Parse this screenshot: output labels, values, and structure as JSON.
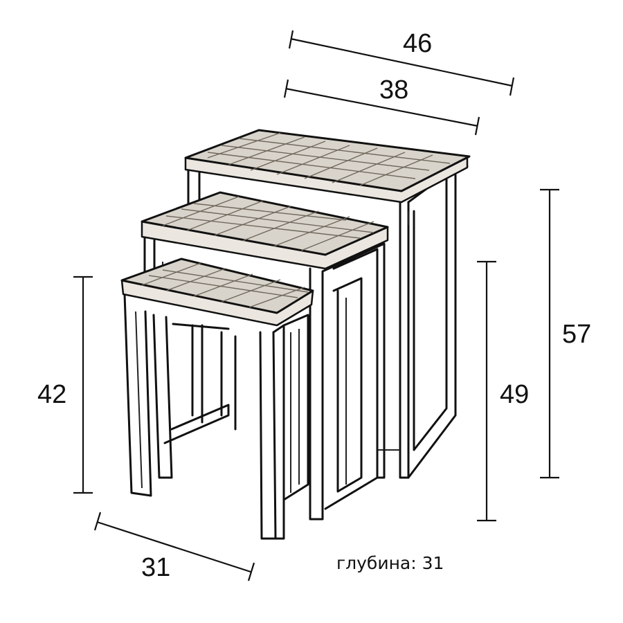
{
  "dimensions": {
    "width_large": "46",
    "width_medium": "38",
    "height_large": "57",
    "height_medium": "49",
    "height_small": "42",
    "width_small": "31"
  },
  "note": "глубина: 31",
  "colors": {
    "line": "#111111",
    "wood": "#d9d4cb",
    "background": "#ffffff"
  }
}
